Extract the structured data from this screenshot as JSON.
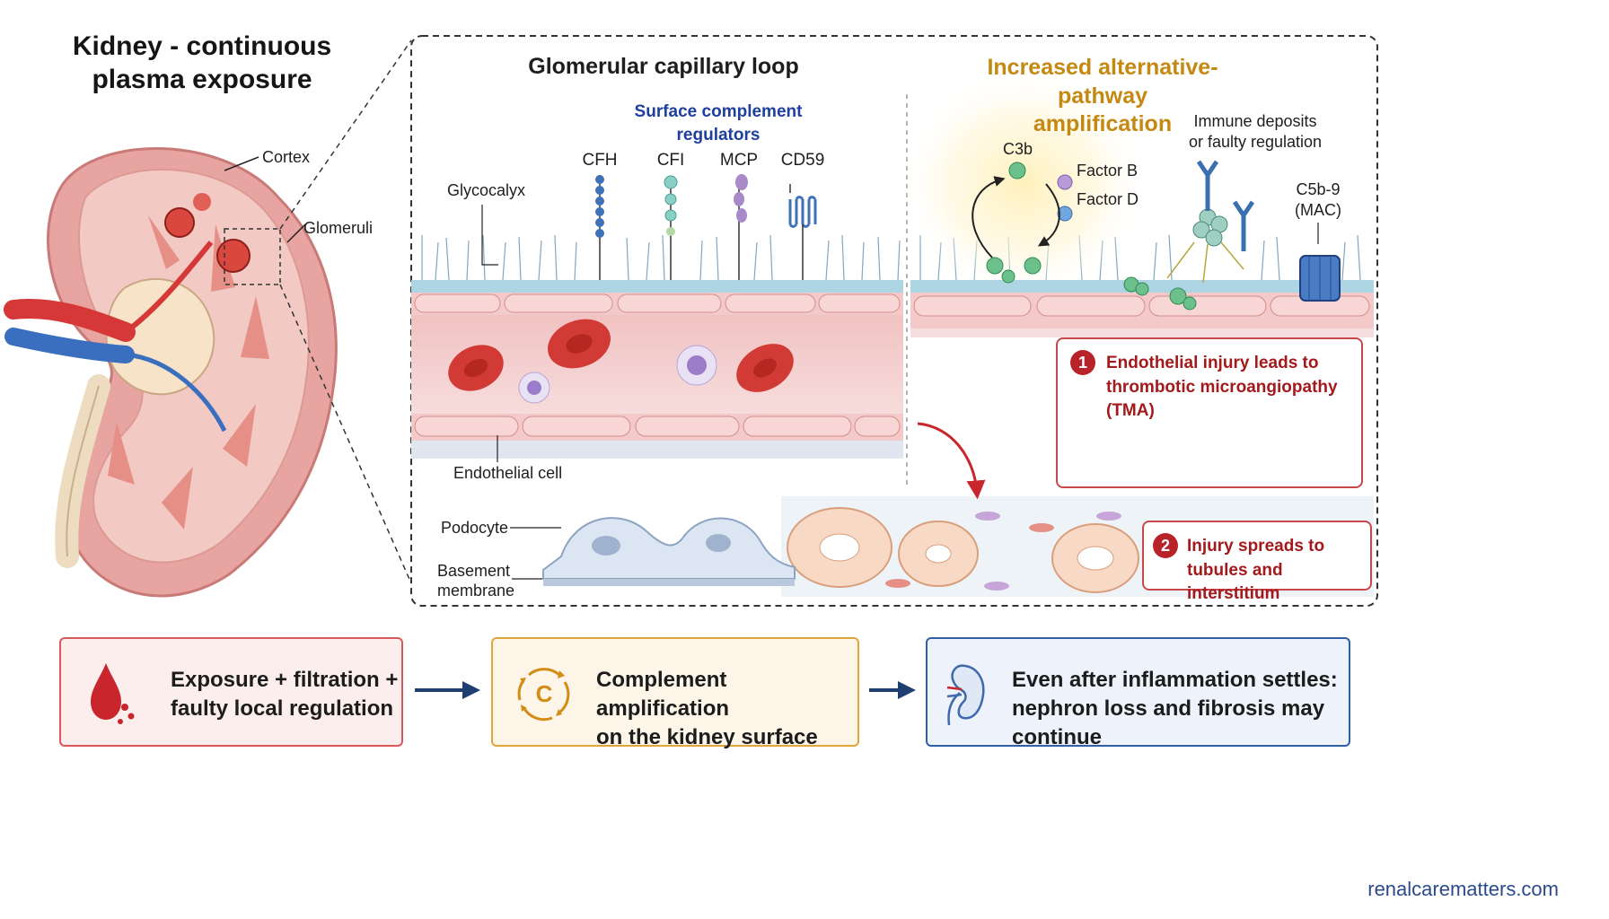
{
  "kidney": {
    "title_line1": "Kidney - continuous",
    "title_line2": "plasma exposure",
    "cortex_label": "Cortex",
    "glomeruli_label": "Glomeruli"
  },
  "capillary": {
    "title": "Glomerular capillary loop",
    "regulators_line1": "Surface complement",
    "regulators_line2": "regulators",
    "regulators": [
      "CFH",
      "CFI",
      "MCP",
      "CD59"
    ],
    "glycocalyx_label": "Glycocalyx",
    "endothelial_label": "Endothelial cell",
    "podocyte_label": "Podocyte",
    "basement_line1": "Basement",
    "basement_line2": "membrane"
  },
  "amplification": {
    "title_line1": "Increased alternative-pathway",
    "title_line2": "amplification",
    "c3b_label": "C3b",
    "factor_b_label": "Factor B",
    "factor_d_label": "Factor D",
    "deposits_line1": "Immune deposits",
    "deposits_line2": "or faulty regulation",
    "mac_line1": "C5b-9",
    "mac_line2": "(MAC)"
  },
  "callouts": [
    {
      "number": "1",
      "line1": "Endothelial injury leads to",
      "line2": "thrombotic microangiopathy (TMA)"
    },
    {
      "number": "2",
      "line1": "Injury spreads to",
      "line2": "tubules and interstitium"
    }
  ],
  "steps": [
    {
      "line1": "Exposure + filtration +",
      "line2": "faulty local regulation",
      "icon": "blood-drop-icon",
      "border": "#d9585c",
      "bg": "#fdeeee"
    },
    {
      "line1": "Complement amplification",
      "line2": "on the kidney surface",
      "icon": "complement-cycle-icon",
      "icon_letter": "C",
      "border": "#e0a53a",
      "bg": "#fdf6e8"
    },
    {
      "line1": "Even after inflammation settles:",
      "line2": "nephron loss and fibrosis may continue",
      "icon": "kidney-icon",
      "border": "#2f5fa5",
      "bg": "#eef3fb"
    }
  ],
  "footer": {
    "text": "renalcarematters.com"
  },
  "colors": {
    "accent_red": "#b8232a",
    "accent_gold": "#c48912",
    "accent_blue": "#1f3f9e",
    "arrow_navy": "#1f3e72"
  }
}
